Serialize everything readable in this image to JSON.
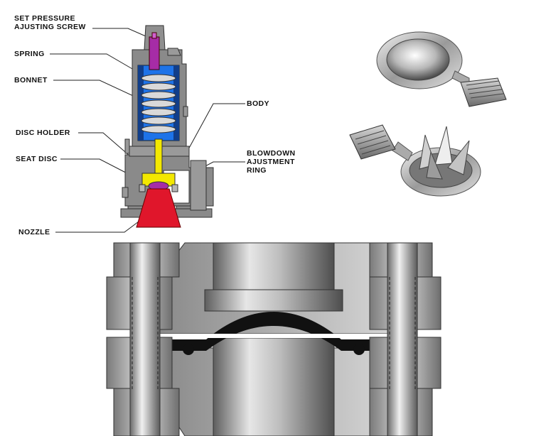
{
  "valve_labels": {
    "set_pressure_screw": "SET PRESSURE\nAJUSTING SCREW",
    "spring": "SPRING",
    "bonnet": "BONNET",
    "body": "BODY",
    "disc_holder": "DISC HOLDER",
    "seat_disc": "SEAT DISC",
    "blowdown_ring": "BLOWDOWN\nAJUSTMENT\nRING",
    "nozzle": "NOZZLE"
  },
  "colors": {
    "valve_body": "#8a8a8a",
    "spring_chamber": "#1e73e8",
    "adjusting_screw": "#a62ca6",
    "disc": "#f3e800",
    "nozzle": "#e0162b",
    "steel_light": "#e6e6e6",
    "steel_dark": "#2a2a2a"
  }
}
